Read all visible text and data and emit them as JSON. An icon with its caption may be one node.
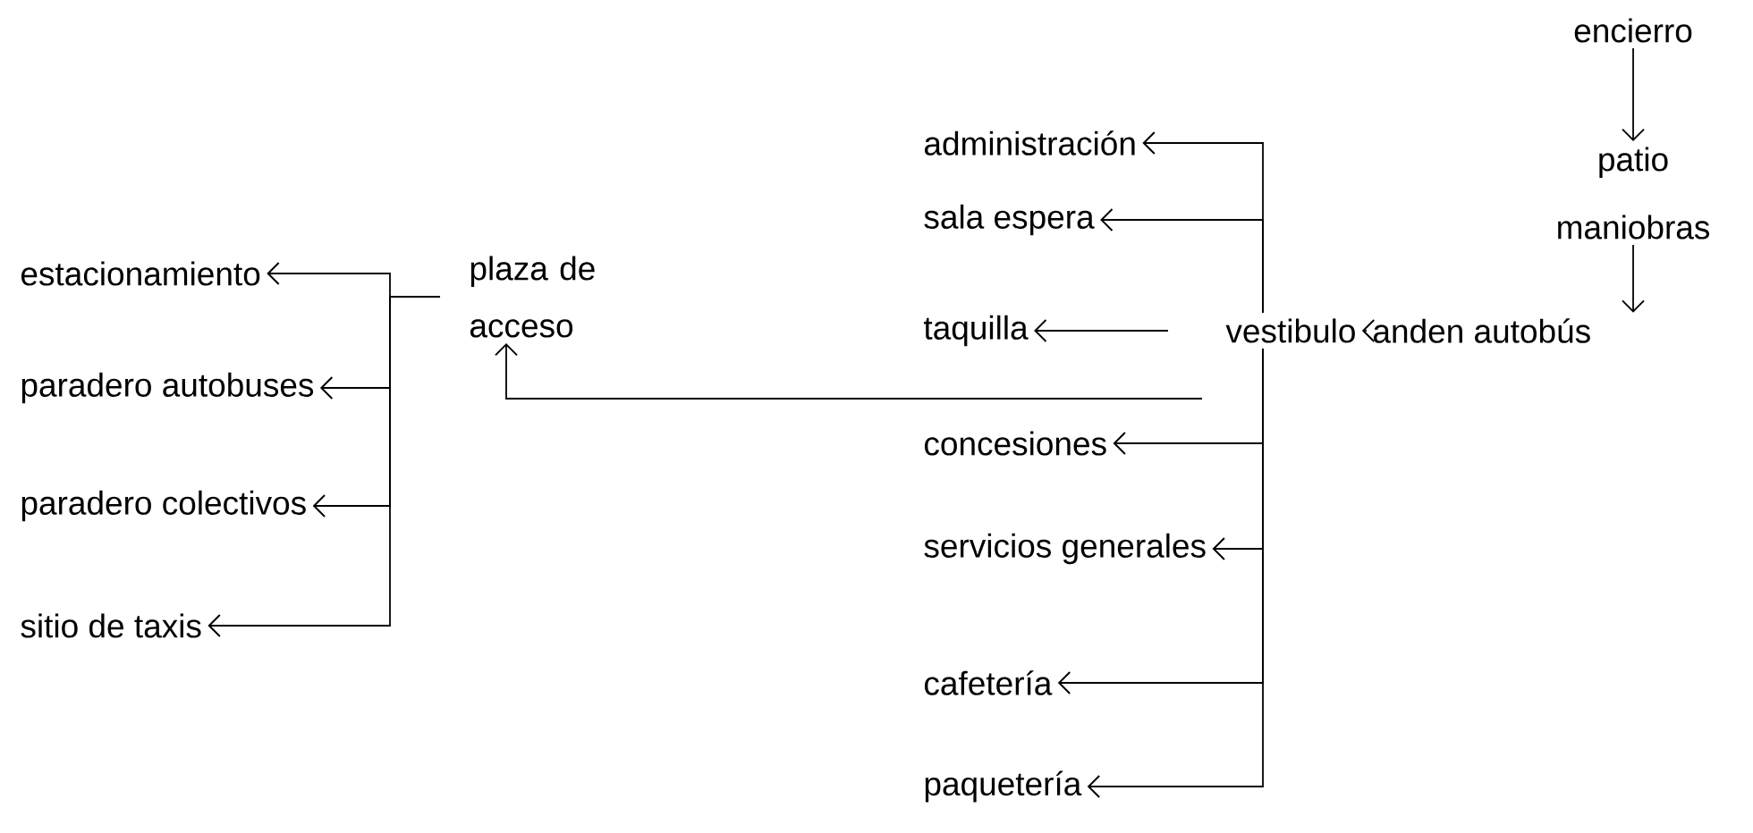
{
  "diagram": {
    "nodes": [
      {
        "text": [
          "encierro"
        ]
      },
      {
        "text": [
          "patio maniobras"
        ]
      },
      {
        "text": [
          "anden autobús"
        ]
      },
      {
        "text": [
          "vestibulo"
        ]
      },
      {
        "text": [
          "administración"
        ]
      },
      {
        "text": [
          "sala espera"
        ]
      },
      {
        "text": [
          "taquilla"
        ]
      },
      {
        "text": [
          "concesiones"
        ]
      },
      {
        "text": [
          "servicios generales"
        ]
      },
      {
        "text": [
          "cafetería"
        ]
      },
      {
        "text": [
          "paquetería"
        ]
      },
      {
        "text": [
          "plaza de acceso"
        ]
      },
      {
        "text": [
          "estacionamiento"
        ]
      },
      {
        "text": [
          "paradero autobuses"
        ]
      },
      {
        "text": [
          "paradero colectivos"
        ]
      },
      {
        "text": [
          "sitio de taxis"
        ]
      }
    ],
    "edges": [
      {
        "from": 0,
        "to": 1,
        "arrow": "to"
      },
      {
        "from": 1,
        "to": 2,
        "arrow": "to"
      },
      {
        "from": 2,
        "to": 3,
        "arrow": "to"
      },
      {
        "from": 3,
        "to": 4,
        "arrow": "to"
      },
      {
        "from": 3,
        "to": 5,
        "arrow": "to"
      },
      {
        "from": 3,
        "to": 6,
        "arrow": "to"
      },
      {
        "from": 3,
        "to": 7,
        "arrow": "to"
      },
      {
        "from": 3,
        "to": 8,
        "arrow": "to"
      },
      {
        "from": 3,
        "to": 9,
        "arrow": "to"
      },
      {
        "from": 3,
        "to": 10,
        "arrow": "to"
      },
      {
        "from": 3,
        "to": 11,
        "arrow": "to"
      },
      {
        "from": 11,
        "to": 12,
        "arrow": "to"
      },
      {
        "from": 11,
        "to": 13,
        "arrow": "to"
      },
      {
        "from": 11,
        "to": 14,
        "arrow": "to"
      },
      {
        "from": 11,
        "to": 15,
        "arrow": "to"
      }
    ]
  }
}
